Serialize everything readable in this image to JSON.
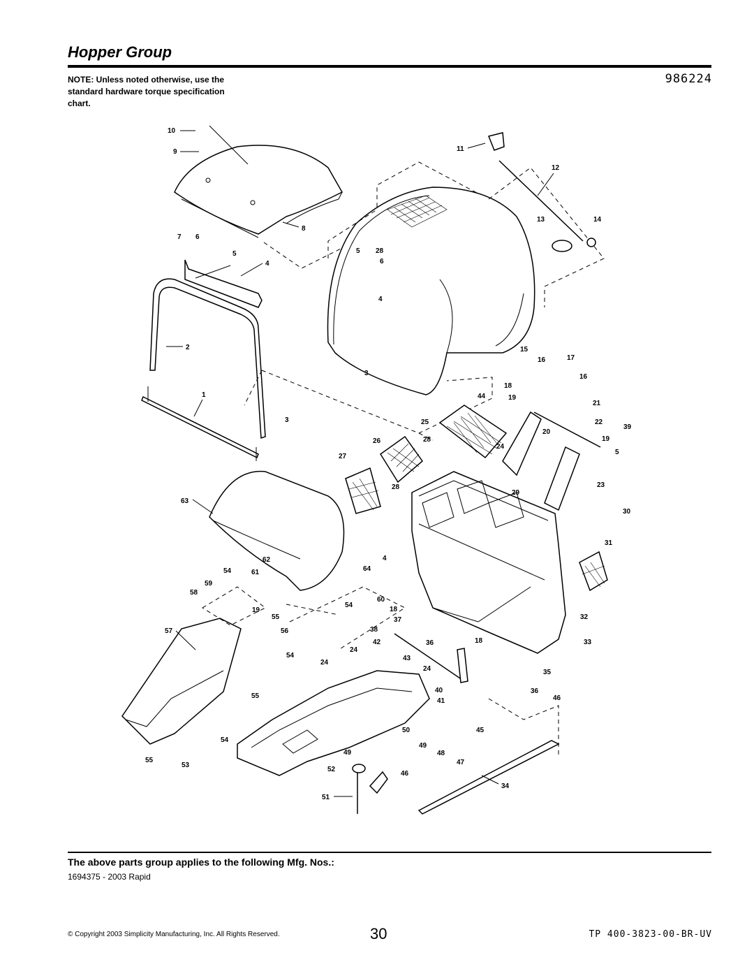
{
  "header": {
    "title": "Hopper Group",
    "part_number": "986224",
    "note": "NOTE: Unless noted otherwise, use the standard hardware torque specification chart."
  },
  "diagram": {
    "callouts": [
      "10",
      "9",
      "8",
      "7",
      "6",
      "5",
      "4",
      "2",
      "1",
      "3",
      "11",
      "12",
      "13",
      "14",
      "5",
      "28",
      "6",
      "4",
      "15",
      "16",
      "17",
      "16",
      "18",
      "19",
      "21",
      "22",
      "39",
      "20",
      "19",
      "5",
      "23",
      "29",
      "30",
      "31",
      "32",
      "33",
      "35",
      "36",
      "46",
      "45",
      "47",
      "48",
      "49",
      "50",
      "34",
      "46",
      "44",
      "3",
      "25",
      "26",
      "28",
      "24",
      "27",
      "28",
      "63",
      "62",
      "4",
      "64",
      "54",
      "61",
      "59",
      "58",
      "19",
      "55",
      "56",
      "57",
      "54",
      "55",
      "54",
      "53",
      "55",
      "60",
      "54",
      "18",
      "37",
      "38",
      "42",
      "36",
      "18",
      "24",
      "43",
      "24",
      "24",
      "40",
      "41",
      "49",
      "52",
      "51"
    ]
  },
  "footer": {
    "applies_heading": "The above parts group applies to the following Mfg. Nos.:",
    "mfg_entry": "1694375 - 2003 Rapid",
    "copyright": "© Copyright 2003 Simplicity Manufacturing, Inc. All Rights Reserved.",
    "page_number": "30",
    "doc_id": "TP 400-3823-00-BR-UV"
  }
}
